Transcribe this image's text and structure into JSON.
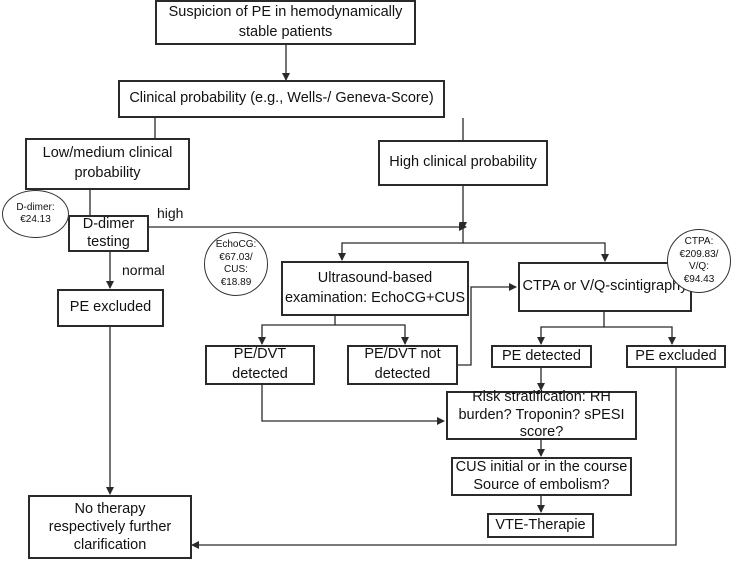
{
  "nodes": {
    "suspicion": "Suspicion of PE in hemodynamically\nstable patients",
    "clinical_probability": "Clinical probability (e.g., Wells-/ Geneva-Score)",
    "low_medium": "Low/medium clinical\nprobability",
    "high_probability": "High clinical probability",
    "d_dimer_testing": "D-dimer\ntesting",
    "ultrasound": "Ultrasound-based\nexamination: EchoCG+CUS",
    "ctpa": "CTPA or V/Q-scintigraphy",
    "pe_excluded_left": "PE excluded",
    "pe_dvt_detected": "PE/DVT\ndetected",
    "pe_dvt_not_detected": "PE/DVT not\ndetected",
    "pe_detected": "PE detected",
    "pe_excluded_right": "PE excluded",
    "risk_stratification": "Risk stratification: RH\nburden? Troponin? sPESI\nscore?",
    "cus_initial": "CUS initial or in the course\nSource of embolism?",
    "vte_therapie": "VTE-Therapie",
    "no_therapy": "No therapy\nrespectively further\nclarification"
  },
  "costs": {
    "d_dimer": "D-dimer:\n€24.13",
    "echo_cus": "EchoCG:\n€67.03/\nCUS:\n€18.89",
    "ctpa_vq": "CTPA:\n€209.83/\nV/Q:\n€94.43"
  },
  "edge_labels": {
    "high": "high",
    "normal": "normal"
  }
}
